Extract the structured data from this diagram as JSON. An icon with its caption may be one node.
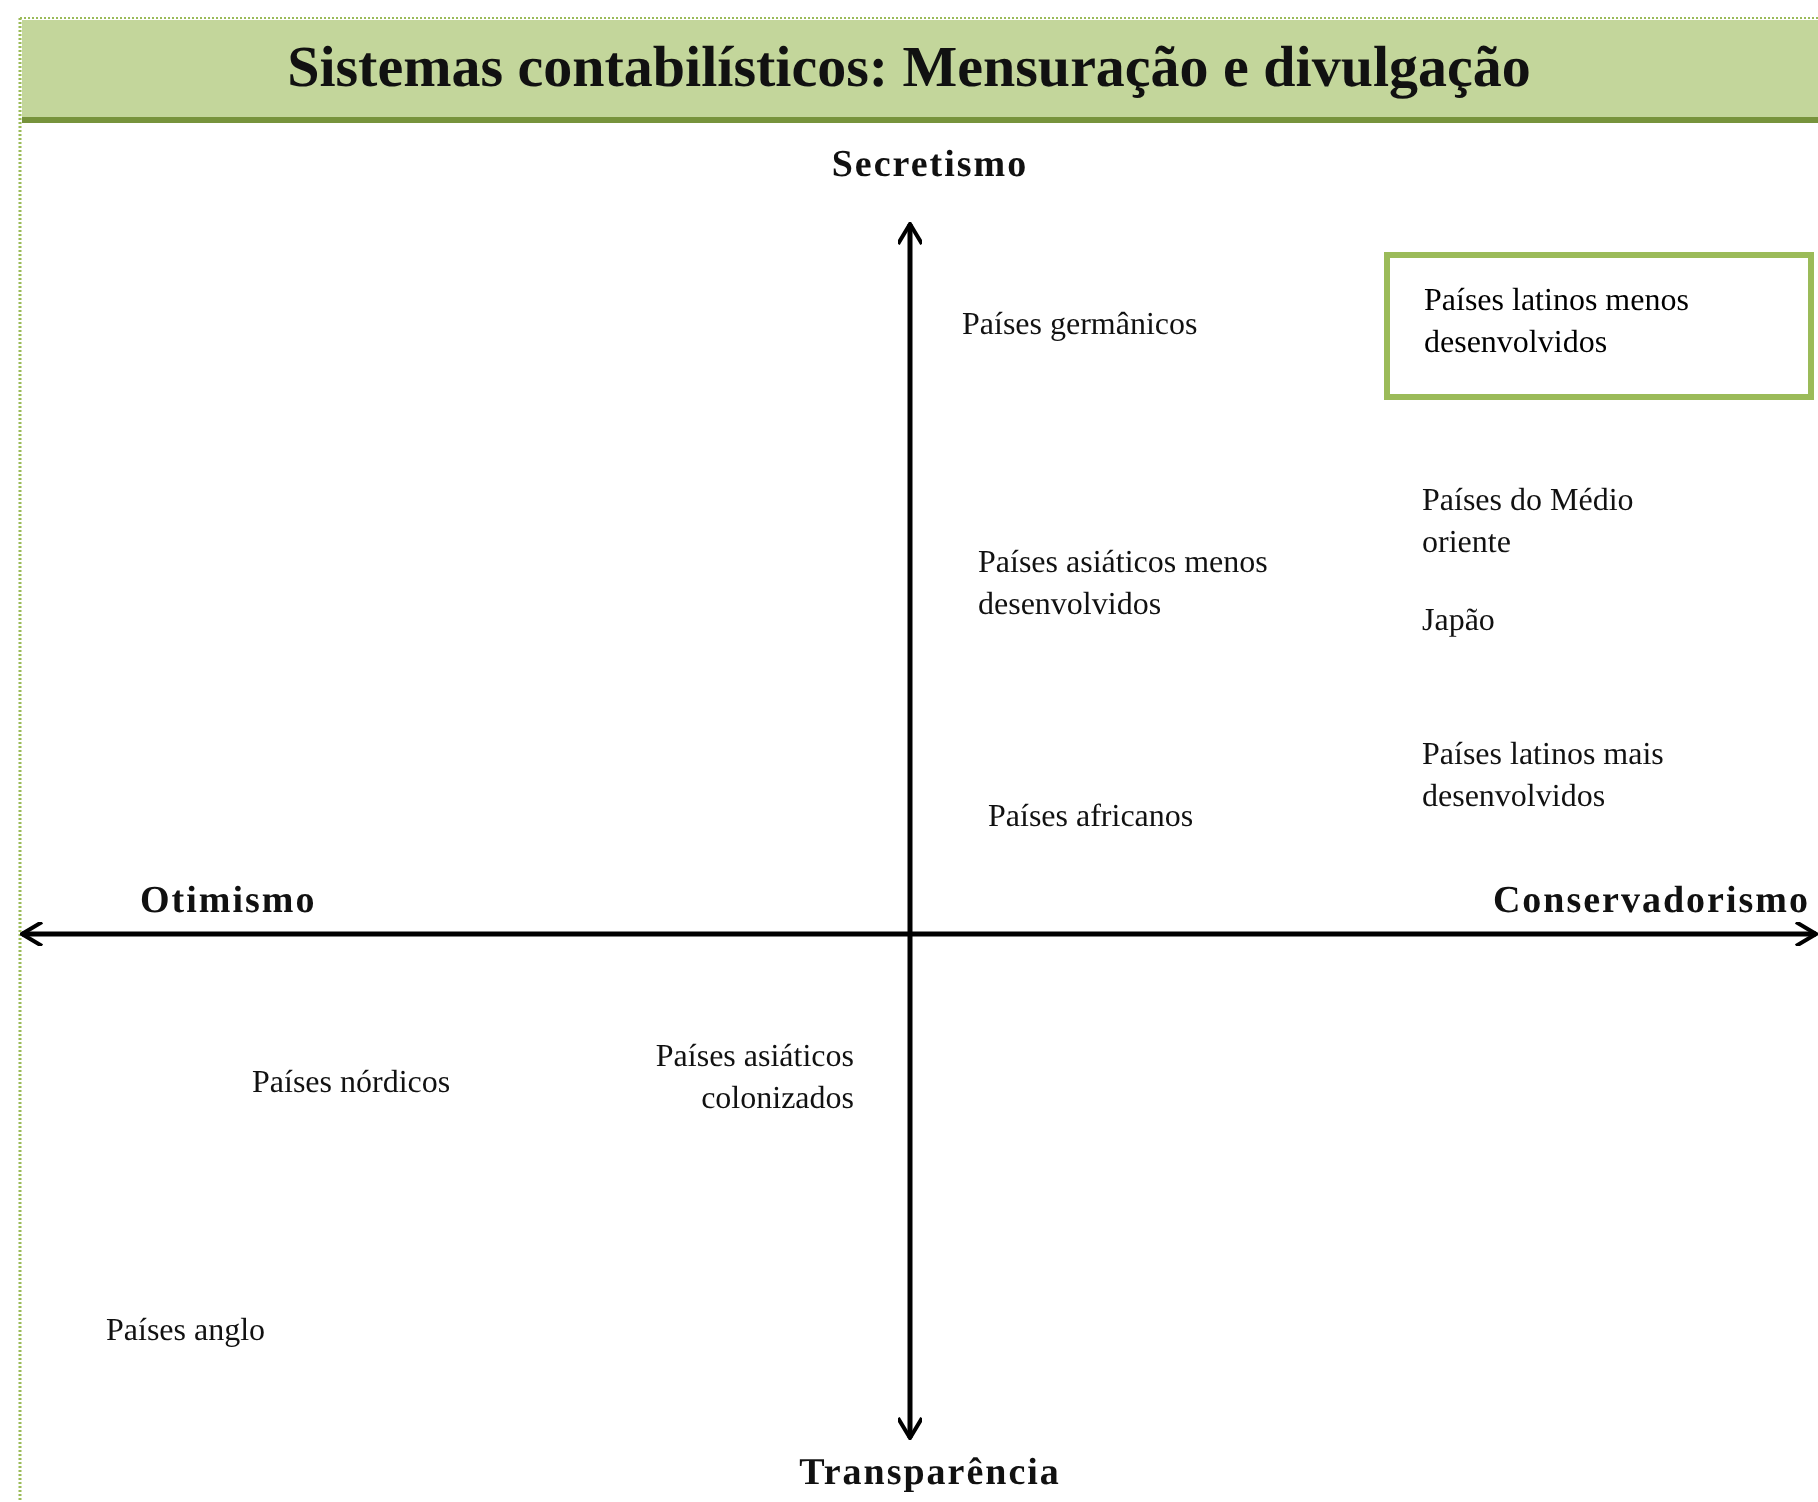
{
  "diagram": {
    "title": "Sistemas contabilísticos: Mensuração e divulgação",
    "nodes": [
      {
        "text": [
          "Países latinos menos desenvolvidos"
        ]
      }
    ],
    "labels": [
      "Secretismo",
      "Países germânicos",
      "Países do Médio oriente",
      "Países asiáticos menos desenvolvidos",
      "Japão",
      "Países latinos mais desenvolvidos",
      "Países africanos",
      "Otimismo",
      "Conservadorismo",
      "Países nórdicos",
      "Países asiáticos colonizados",
      "Países anglo",
      "Transparência"
    ]
  }
}
